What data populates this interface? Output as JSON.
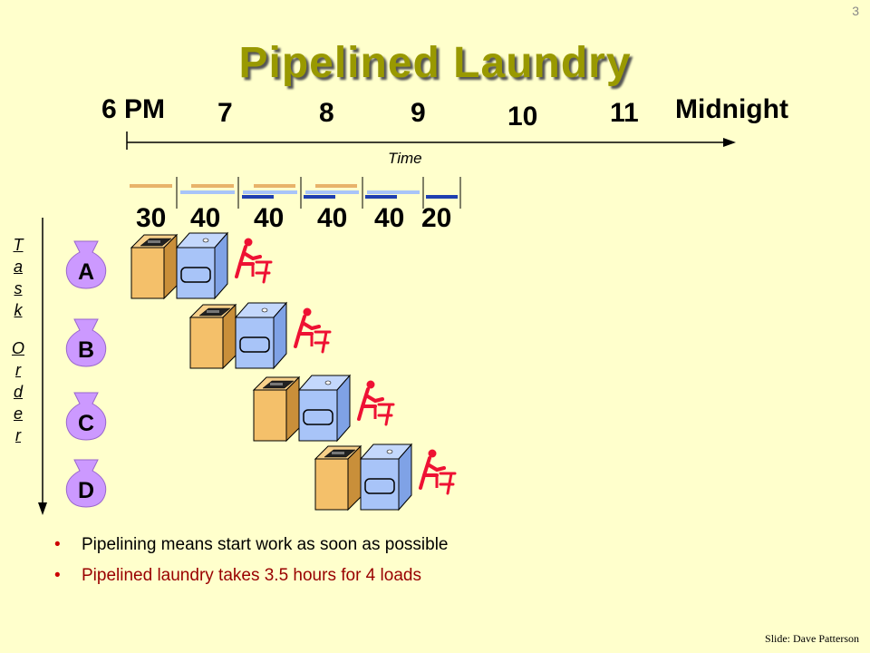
{
  "slide_number": "3",
  "title": "Pipelined Laundry",
  "hours": [
    "6 PM",
    "7",
    "8",
    "9",
    "10",
    "11",
    "Midnight"
  ],
  "time_label": "Time",
  "durations": [
    "30",
    "40",
    "40",
    "40",
    "40",
    "20"
  ],
  "task_order_label": [
    "T",
    "a",
    "s",
    "k",
    "O",
    "r",
    "d",
    "e",
    "r"
  ],
  "tasks": [
    "A",
    "B",
    "C",
    "D"
  ],
  "bullets": [
    "Pipelining means start work as soon as possible",
    "Pipelined laundry takes 3.5 hours for 4 loads"
  ],
  "credit": "Slide: Dave Patterson",
  "colors": {
    "background": "#ffffcc",
    "title": "#999900",
    "washer": "#f4c06a",
    "dryer": "#a8c4f8",
    "folder": "#ee1133",
    "bag": "#cc99ff"
  }
}
